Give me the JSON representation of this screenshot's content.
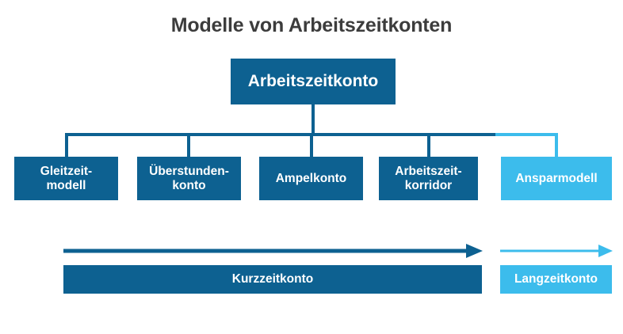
{
  "title": "Modelle von Arbeitszeitkonten",
  "colors": {
    "dark_blue": "#0d6191",
    "light_blue": "#3cbcec",
    "title_gray": "#3c3c3c",
    "background": "#ffffff",
    "box_text": "#ffffff"
  },
  "diagram": {
    "root": {
      "label": "Arbeitszeitkonto",
      "color": "#0d6191"
    },
    "children": [
      {
        "label": "Gleitzeit-\nmodell",
        "color": "#0d6191",
        "group": "Kurzzeitkonto"
      },
      {
        "label": "Überstunden-\nkonto",
        "color": "#0d6191",
        "group": "Kurzzeitkonto"
      },
      {
        "label": "Ampelkonto",
        "color": "#0d6191",
        "group": "Kurzzeitkonto"
      },
      {
        "label": "Arbeitszeit-\nkorridor",
        "color": "#0d6191",
        "group": "Kurzzeitkonto"
      },
      {
        "label": "Ansparmodell",
        "color": "#3cbcec",
        "group": "Langzeitkonto"
      }
    ],
    "timeline": [
      {
        "label": "Kurzzeitkonto",
        "color": "#0d6191",
        "arrow": "arrow-right-icon",
        "covers": [
          "Gleitzeit-modell",
          "Überstunden-konto",
          "Ampelkonto",
          "Arbeitszeit-korridor"
        ]
      },
      {
        "label": "Langzeitkonto",
        "color": "#3cbcec",
        "arrow": "arrow-right-icon",
        "covers": [
          "Ansparmodell"
        ]
      }
    ]
  }
}
